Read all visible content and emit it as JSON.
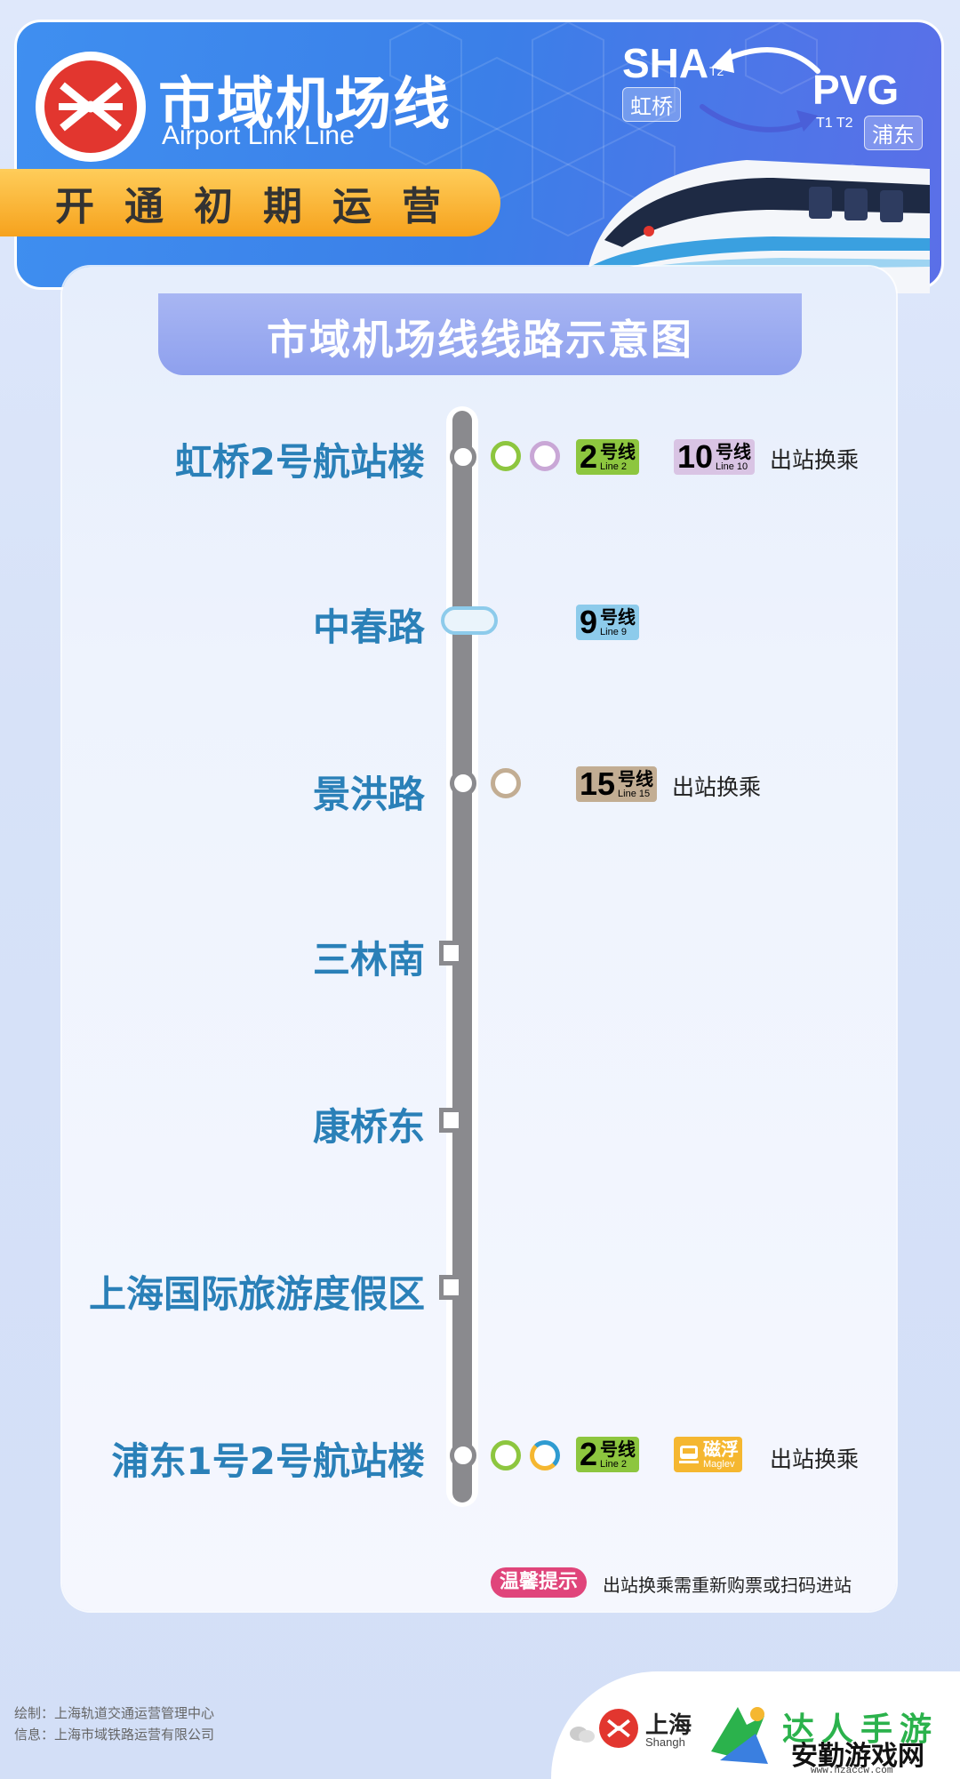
{
  "header": {
    "title_cn": "市域机场线",
    "title_en": "Airport Link Line",
    "banner": "开通初期运营",
    "origin_code": "SHA",
    "origin_terminal": "T2",
    "origin_cn": "虹桥",
    "dest_code": "PVG",
    "dest_terminals": "T1 T2",
    "dest_cn": "浦东"
  },
  "map": {
    "title": "市域机场线线路示意图",
    "stations": [
      {
        "name": "虹桥2号航站楼",
        "transfers": [
          {
            "num": "2",
            "cn": "号线",
            "en": "Line 2",
            "color": "#8dc63f"
          },
          {
            "num": "10",
            "cn": "号线",
            "en": "Line 10",
            "color": "#c9a7d6"
          }
        ],
        "note": "出站换乘"
      },
      {
        "name": "中春路",
        "transfers": [
          {
            "num": "9",
            "cn": "号线",
            "en": "Line 9",
            "color": "#8dcbeb"
          }
        ],
        "note": ""
      },
      {
        "name": "景洪路",
        "transfers": [
          {
            "num": "15",
            "cn": "号线",
            "en": "Line 15",
            "color": "#c2ad93"
          }
        ],
        "note": "出站换乘"
      },
      {
        "name": "三林南",
        "transfers": [],
        "note": ""
      },
      {
        "name": "康桥东",
        "transfers": [],
        "note": ""
      },
      {
        "name": "上海国际旅游度假区",
        "transfers": [],
        "note": ""
      },
      {
        "name": "浦东1号2号航站楼",
        "transfers": [
          {
            "num": "2",
            "cn": "号线",
            "en": "Line 2",
            "color": "#8dc63f"
          },
          {
            "num": "",
            "cn": "磁浮",
            "en": "Maglev",
            "color": "#f5b730"
          }
        ],
        "note": "出站换乘"
      }
    ],
    "tip_label": "温馨提示",
    "tip_text": "出站换乘需重新购票或扫码进站"
  },
  "footer": {
    "credit_draw": "绘制：上海轨道交通运营管理中心",
    "credit_info": "信息：上海市域铁路运营有限公司",
    "org_name": "上海",
    "org_sub": "Shangh",
    "watermark_top": "达人手游",
    "watermark_main": "安勤游戏网",
    "watermark_url": "www.hzaccw.com"
  },
  "colors": {
    "header_blue": "#3f8ff0",
    "station_text": "#2a80b8",
    "rail_grey": "#8a8a8e",
    "banner_orange": "#f6a21d",
    "metro_red": "#e2362f",
    "tip_pink": "#e0457b"
  }
}
